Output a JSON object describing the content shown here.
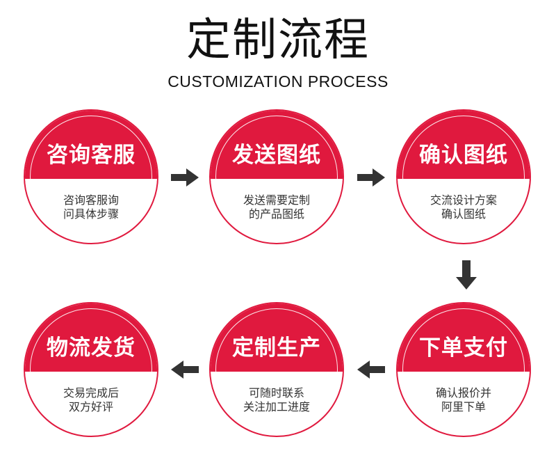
{
  "header": {
    "title": "定制流程",
    "subtitle": "CUSTOMIZATION PROCESS"
  },
  "colors": {
    "accent": "#e0193e",
    "arrow": "#333333"
  },
  "steps": [
    {
      "title": "咨询客服",
      "desc": [
        "咨询客服询",
        "问具体步骤"
      ]
    },
    {
      "title": "发送图纸",
      "desc": [
        "发送需要定制",
        "的产品图纸"
      ]
    },
    {
      "title": "确认图纸",
      "desc": [
        "交流设计方案",
        "确认图纸"
      ]
    },
    {
      "title": "下单支付",
      "desc": [
        "确认报价并",
        "阿里下单"
      ]
    },
    {
      "title": "定制生产",
      "desc": [
        "可随时联系",
        "关注加工进度"
      ]
    },
    {
      "title": "物流发货",
      "desc": [
        "交易完成后",
        "双方好评"
      ]
    }
  ],
  "arrows": [
    "right-arrow-icon",
    "right-arrow-icon",
    "down-arrow-icon",
    "left-arrow-icon",
    "left-arrow-icon"
  ]
}
